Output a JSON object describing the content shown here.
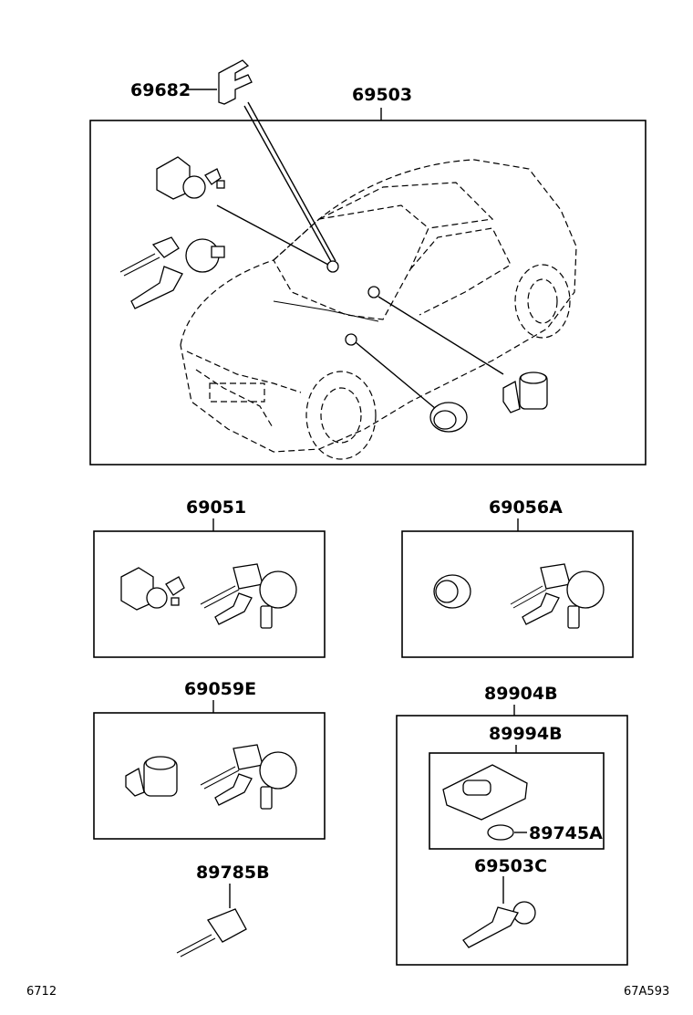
{
  "parts": {
    "clip": "69682",
    "main_set": "69503",
    "set_a": "69051",
    "set_b": "69056A",
    "set_c": "69059E",
    "key": "89785B",
    "remote_set": "89904B",
    "remote": "89994B",
    "battery": "89745A",
    "mech_key": "69503C"
  },
  "footer": {
    "left": "6712",
    "right": "67A593"
  }
}
